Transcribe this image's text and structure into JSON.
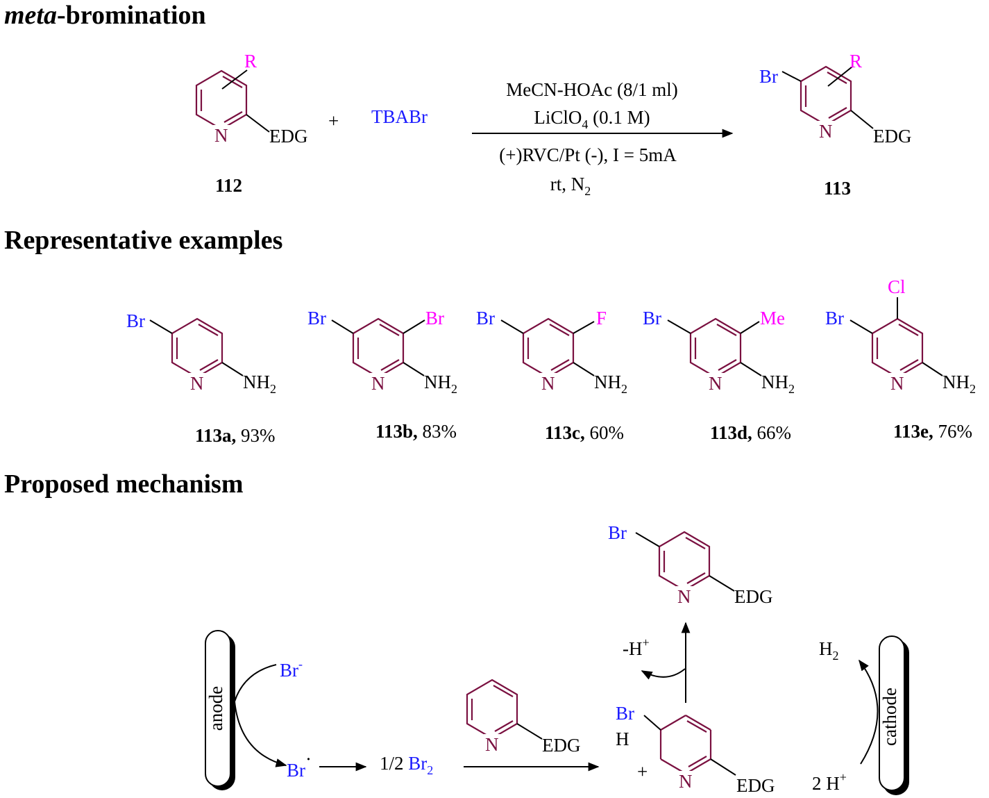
{
  "headings": {
    "meta_italic": "meta",
    "meta_rest": "-bromination",
    "representative": "Representative examples",
    "mechanism": "Proposed mechanism"
  },
  "reaction": {
    "reactant_id": "112",
    "product_id": "113",
    "reagent": "TBABr",
    "plus": "+",
    "substituent_R": "R",
    "edg": "EDG",
    "br": "Br",
    "n": "N",
    "conditions": {
      "line1": "MeCN-HOAc (8/1 ml)",
      "line2_prefix": "LiClO",
      "line2_sub": "4",
      "line2_suffix": " (0.1 M)",
      "line3": "(+)RVC/Pt (-), I = 5mA",
      "line4_prefix": "rt, N",
      "line4_sub": "2"
    }
  },
  "examples": [
    {
      "id": "113a",
      "yield": "93%",
      "sub": ""
    },
    {
      "id": "113b",
      "yield": "83%",
      "sub": "Br"
    },
    {
      "id": "113c",
      "yield": "60%",
      "sub": "F"
    },
    {
      "id": "113d",
      "yield": "66%",
      "sub": "Me"
    },
    {
      "id": "113e",
      "yield": "76%",
      "sub": "Cl"
    }
  ],
  "examples_common": {
    "br": "Br",
    "n": "N",
    "nh": "NH",
    "nh_sub": "2",
    "comma": ","
  },
  "mechanism": {
    "anode": "anode",
    "cathode": "cathode",
    "br_minus": "Br",
    "minus": "-",
    "br_radical": "Br",
    "radical_dot": "·",
    "half_br2_prefix": "1/2 ",
    "half_br2_br": "Br",
    "half_br2_sub": "2",
    "edg": "EDG",
    "n": "N",
    "br": "Br",
    "h": "H",
    "plus": "+",
    "minus_h_plus": "-H",
    "h2": "H",
    "h2_sub": "2",
    "two_h_plus": "2 H",
    "sup_plus": "+"
  },
  "colors": {
    "nitrogen_ring": "#7a1040",
    "bromine": "#1a1aff",
    "substituent": "#ff00ff"
  }
}
